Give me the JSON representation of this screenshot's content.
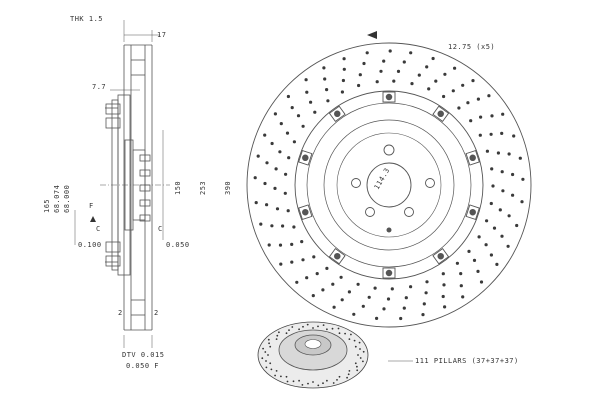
{
  "section": {
    "thk_label": "THK 1.5",
    "dim_17": "17",
    "dim_7_7": "7.7",
    "dim_165": "165",
    "dim_68_074": "68.074",
    "dim_68_000": "68.000",
    "dim_150": "150",
    "dim_253": "253",
    "dim_390": "390",
    "label_F": "F",
    "label_C_left": "C",
    "label_C_right": "C",
    "tol_left": "0.100",
    "tol_right": "0.050",
    "dim_2_left": "2",
    "dim_2_right": "2",
    "dtv": "DTV 0.015",
    "flat": "0.050 F"
  },
  "disc": {
    "hole_dim": "12.75 (x5)",
    "bore_dim": "114.3",
    "pillars": "111 PILLARS (37+37+37)"
  },
  "colors": {
    "line": "#555555",
    "ink": "#333333",
    "hole": "#3a3a3a",
    "hat_fill": "#d8d8d8"
  }
}
